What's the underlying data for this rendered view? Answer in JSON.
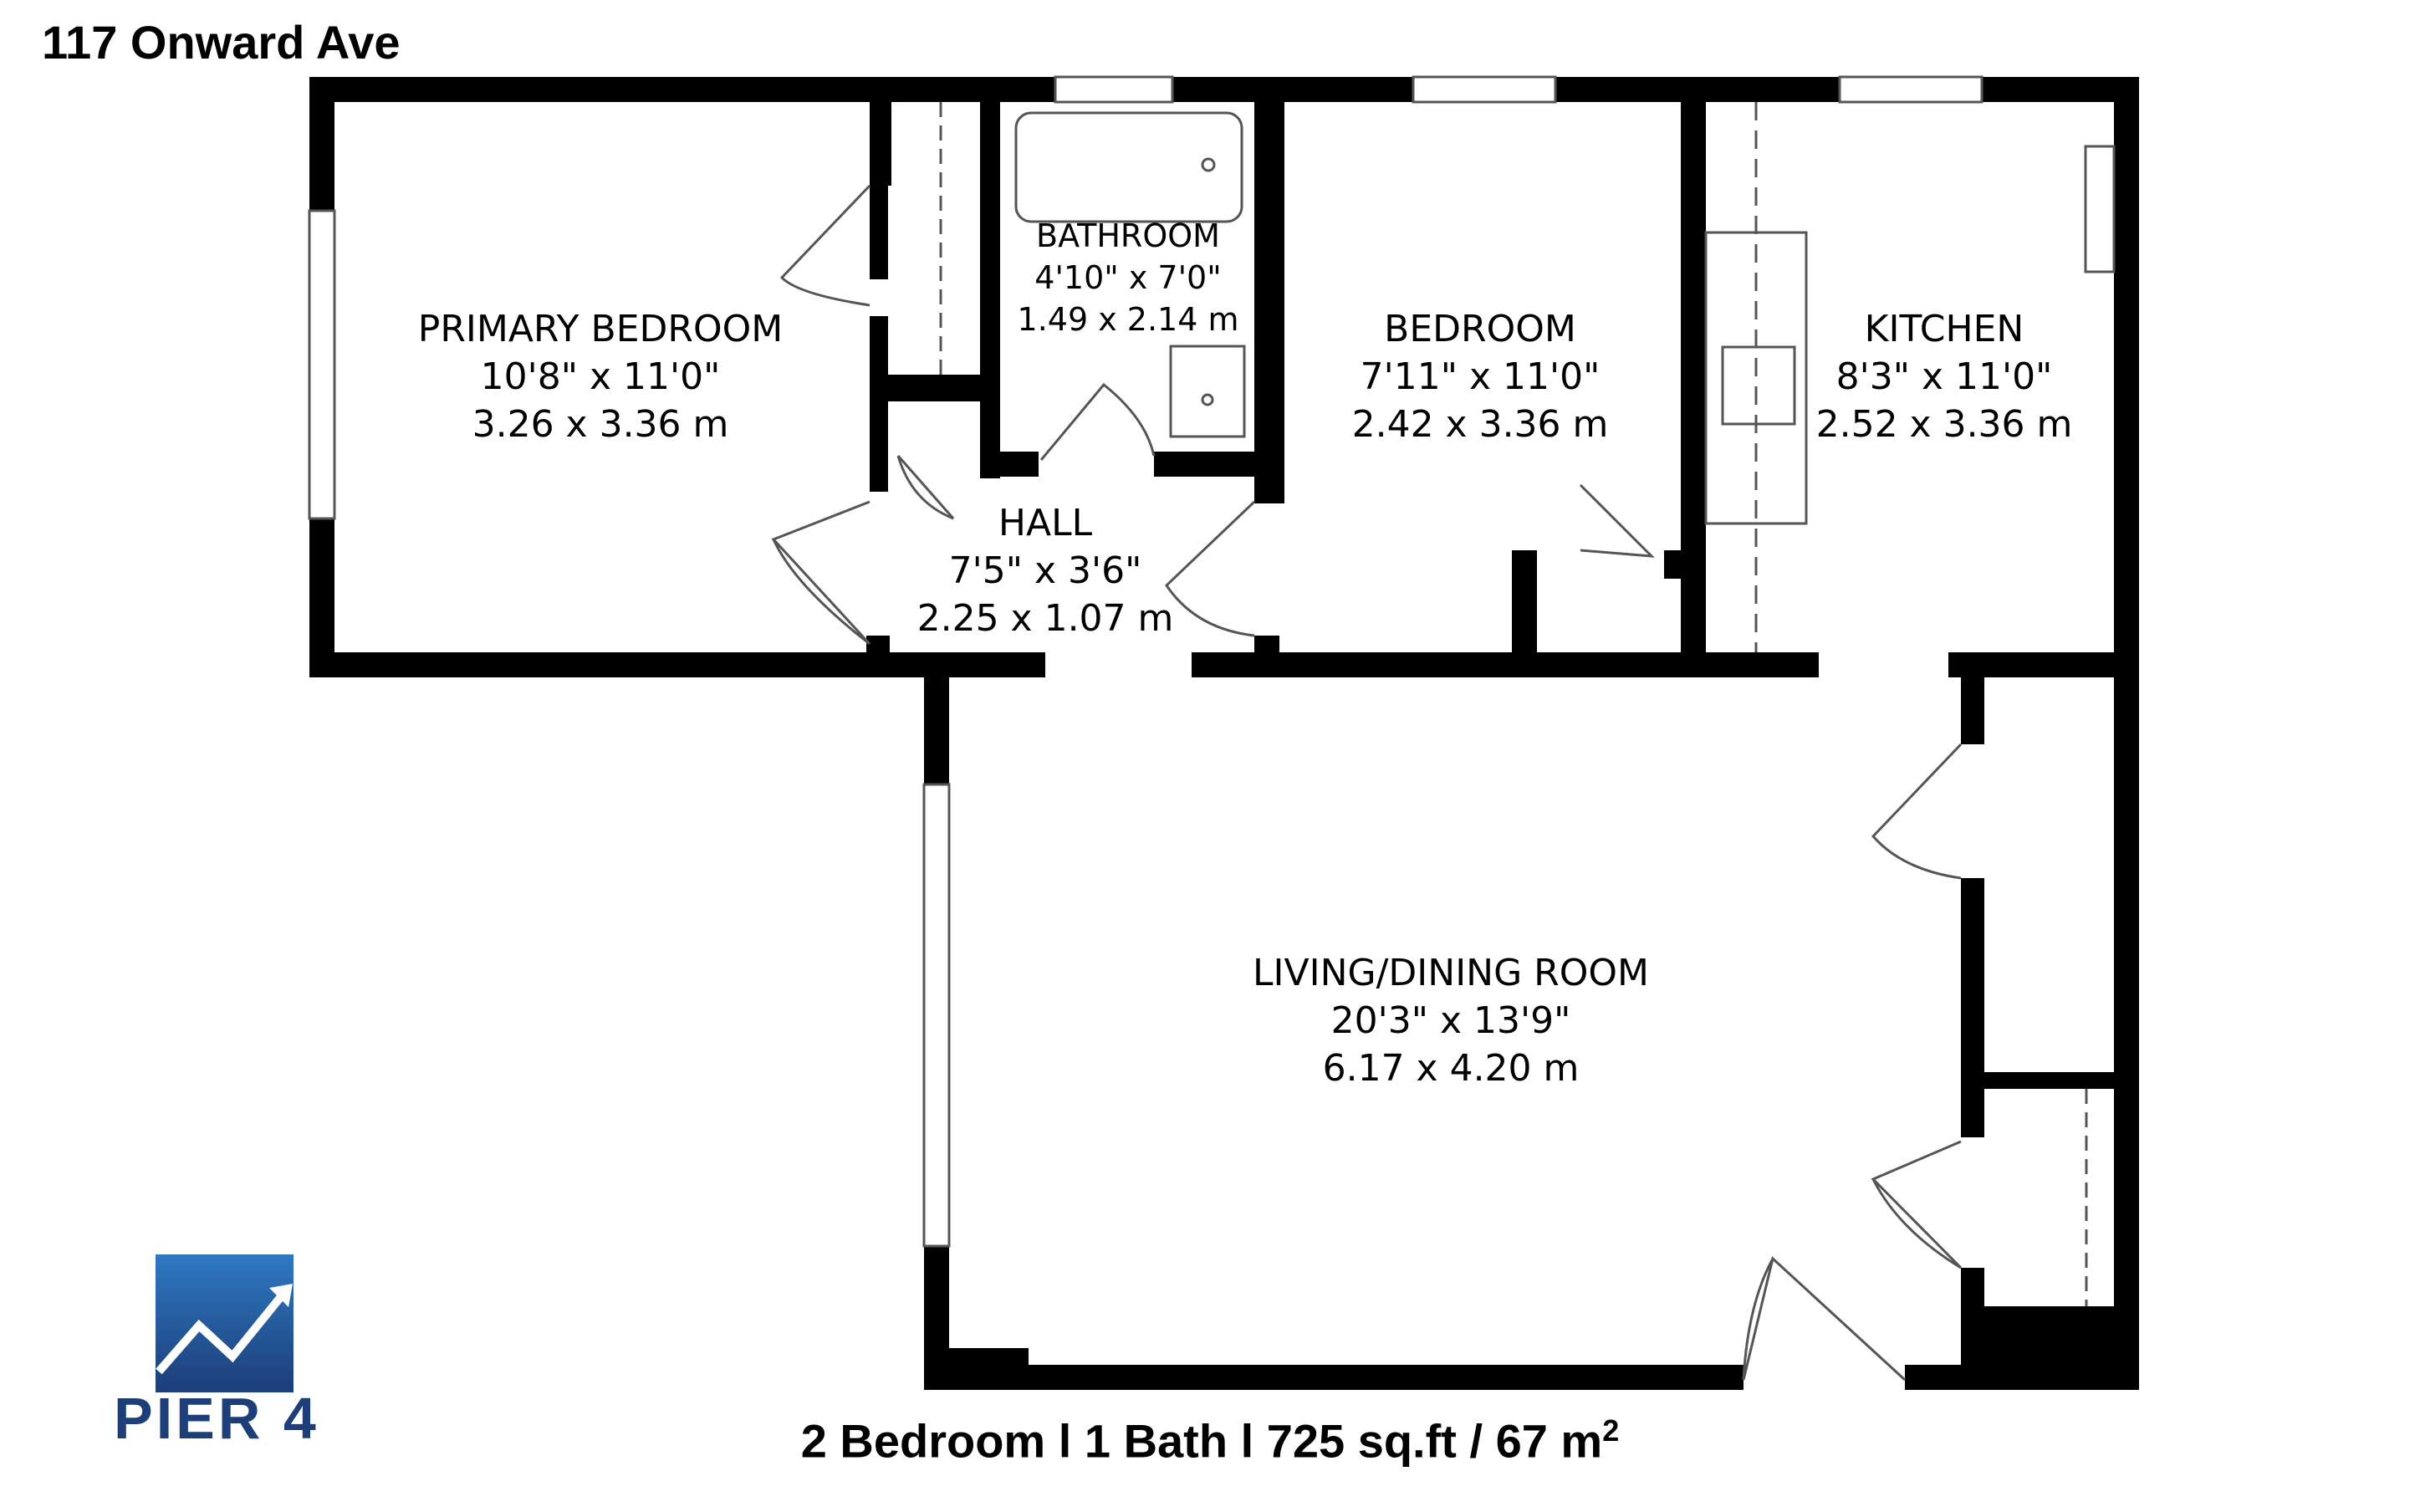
{
  "title": "117 Onward Ave",
  "summary": {
    "text": "2 Bedroom l 1 Bath l 725 sq.ft / 67 m",
    "superscript": "2"
  },
  "logo": {
    "text": "PIER 4",
    "icon": "rising-chart-logo-icon",
    "colors": {
      "top": "#2f79c2",
      "bottom": "#1c3d78"
    }
  },
  "rooms": [
    {
      "name": "PRIMARY BEDROOM",
      "imperial": "10'8\" x 11'0\"",
      "metric": "3.26 x 3.36 m"
    },
    {
      "name": "BATHROOM",
      "imperial": "4'10\" x 7'0\"",
      "metric": "1.49 x 2.14 m"
    },
    {
      "name": "BEDROOM",
      "imperial": "7'11\" x 11'0\"",
      "metric": "2.42 x 3.36 m"
    },
    {
      "name": "KITCHEN",
      "imperial": "8'3\" x 11'0\"",
      "metric": "2.52 x 3.36 m"
    },
    {
      "name": "HALL",
      "imperial": "7'5\" x 3'6\"",
      "metric": "2.25 x 1.07 m"
    },
    {
      "name": "LIVING/DINING ROOM",
      "imperial": "20'3\" x 13'9\"",
      "metric": "6.17 x 4.20 m"
    }
  ],
  "colors": {
    "wall": "#000000",
    "fixture": "#555555",
    "background": "#ffffff"
  }
}
